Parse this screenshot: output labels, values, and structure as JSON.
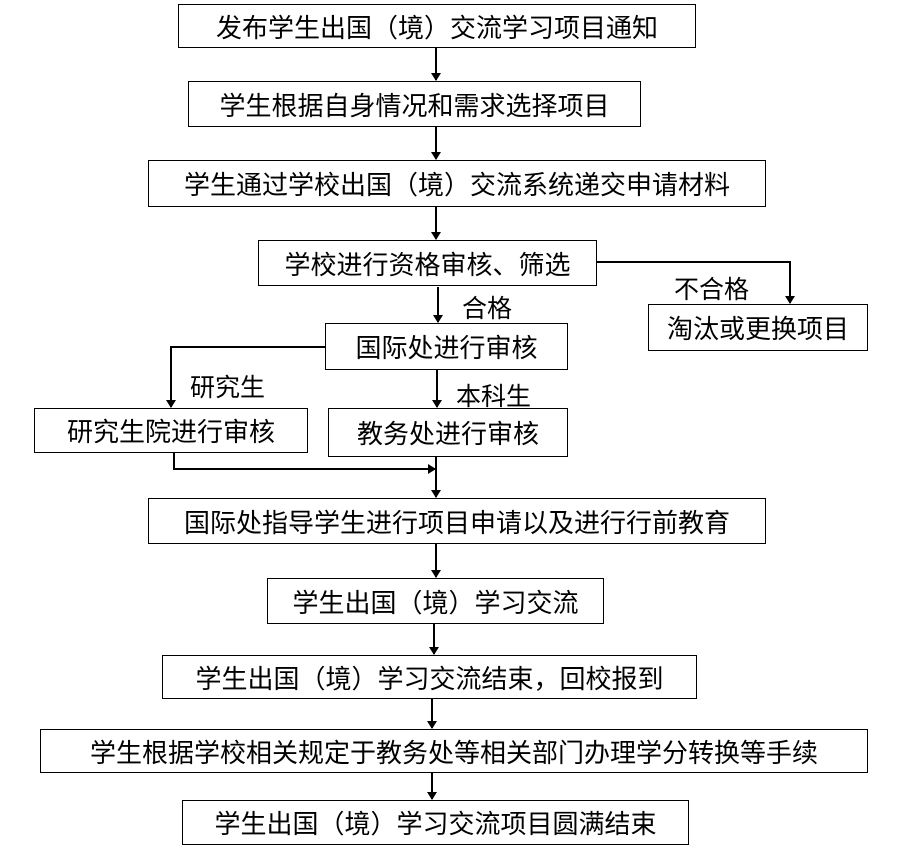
{
  "steps": {
    "s1": "发布学生出国（境）交流学习项目通知",
    "s2": "学生根据自身情况和需求选择项目",
    "s3": "学生通过学校出国（境）交流系统递交申请材料",
    "s4": "学校进行资格审核、筛选",
    "s5": "淘汰或更换项目",
    "s6": "国际处进行审核",
    "s7": "研究生院进行审核",
    "s8": "教务处进行审核",
    "s9": "国际处指导学生进行项目申请以及进行行前教育",
    "s10": "学生出国（境）学习交流",
    "s11": "学生出国（境）学习交流结束，回校报到",
    "s12": "学生根据学校相关规定于教务处等相关部门办理学分转换等手续",
    "s13": "学生出国（境）学习交流项目圆满结束"
  },
  "labels": {
    "pass": "合格",
    "fail": "不合格",
    "graduate": "研究生",
    "undergrad": "本科生"
  }
}
